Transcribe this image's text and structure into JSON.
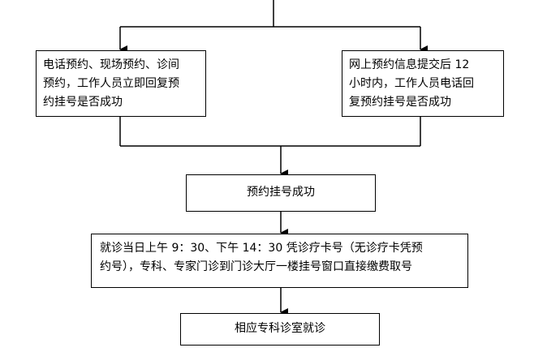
{
  "diagram": {
    "left_box": {
      "lines": [
        "电话预约、现场预约、诊间",
        "预约，工作人员立即回复预",
        "约挂号是否成功"
      ]
    },
    "right_box": {
      "lines": [
        "网上预约信息提交后 12",
        "小时内，工作人员电话回",
        "复预约挂号是否成功"
      ]
    },
    "middle_box": {
      "text": "预约挂号成功"
    },
    "visit_box": {
      "lines": [
        "就诊当日上午 9：30、下午 14：30 凭诊疗卡号（无诊疗卡凭预",
        "约号），专科、专家门诊到门诊大厅一楼挂号窗口直接缴费取号"
      ]
    },
    "final_box": {
      "text": "相应专科诊室就诊"
    },
    "colors": {
      "line": "#000000",
      "box_border": "#000000",
      "background": "#ffffff"
    }
  }
}
